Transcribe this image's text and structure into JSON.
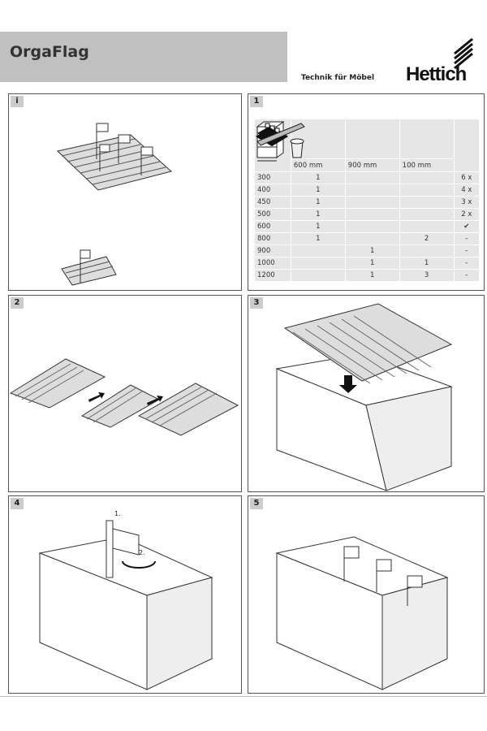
{
  "header": {
    "title": "OrgaFlag",
    "tagline": "Technik für Möbel",
    "brand": "Hettich"
  },
  "panels": [
    {
      "num": "i"
    },
    {
      "num": "1"
    },
    {
      "num": "2"
    },
    {
      "num": "3"
    },
    {
      "num": "4"
    },
    {
      "num": "5"
    }
  ],
  "table": {
    "columns": [
      "600 mm",
      "900 mm",
      "100 mm"
    ],
    "rows": [
      [
        "300",
        "1",
        "",
        "",
        "6 x"
      ],
      [
        "400",
        "1",
        "",
        "",
        "4 x"
      ],
      [
        "450",
        "1",
        "",
        "",
        "3 x"
      ],
      [
        "500",
        "1",
        "",
        "",
        "2 x"
      ],
      [
        "600",
        "1",
        "",
        "",
        "✔"
      ],
      [
        "800",
        "1",
        "",
        "2",
        "-"
      ],
      [
        "900",
        "",
        "1",
        "",
        "-"
      ],
      [
        "1000",
        "",
        "1",
        "1",
        "-"
      ],
      [
        "1200",
        "",
        "1",
        "3",
        "-"
      ]
    ]
  },
  "step4": {
    "label1": "1.",
    "label2": "2."
  }
}
